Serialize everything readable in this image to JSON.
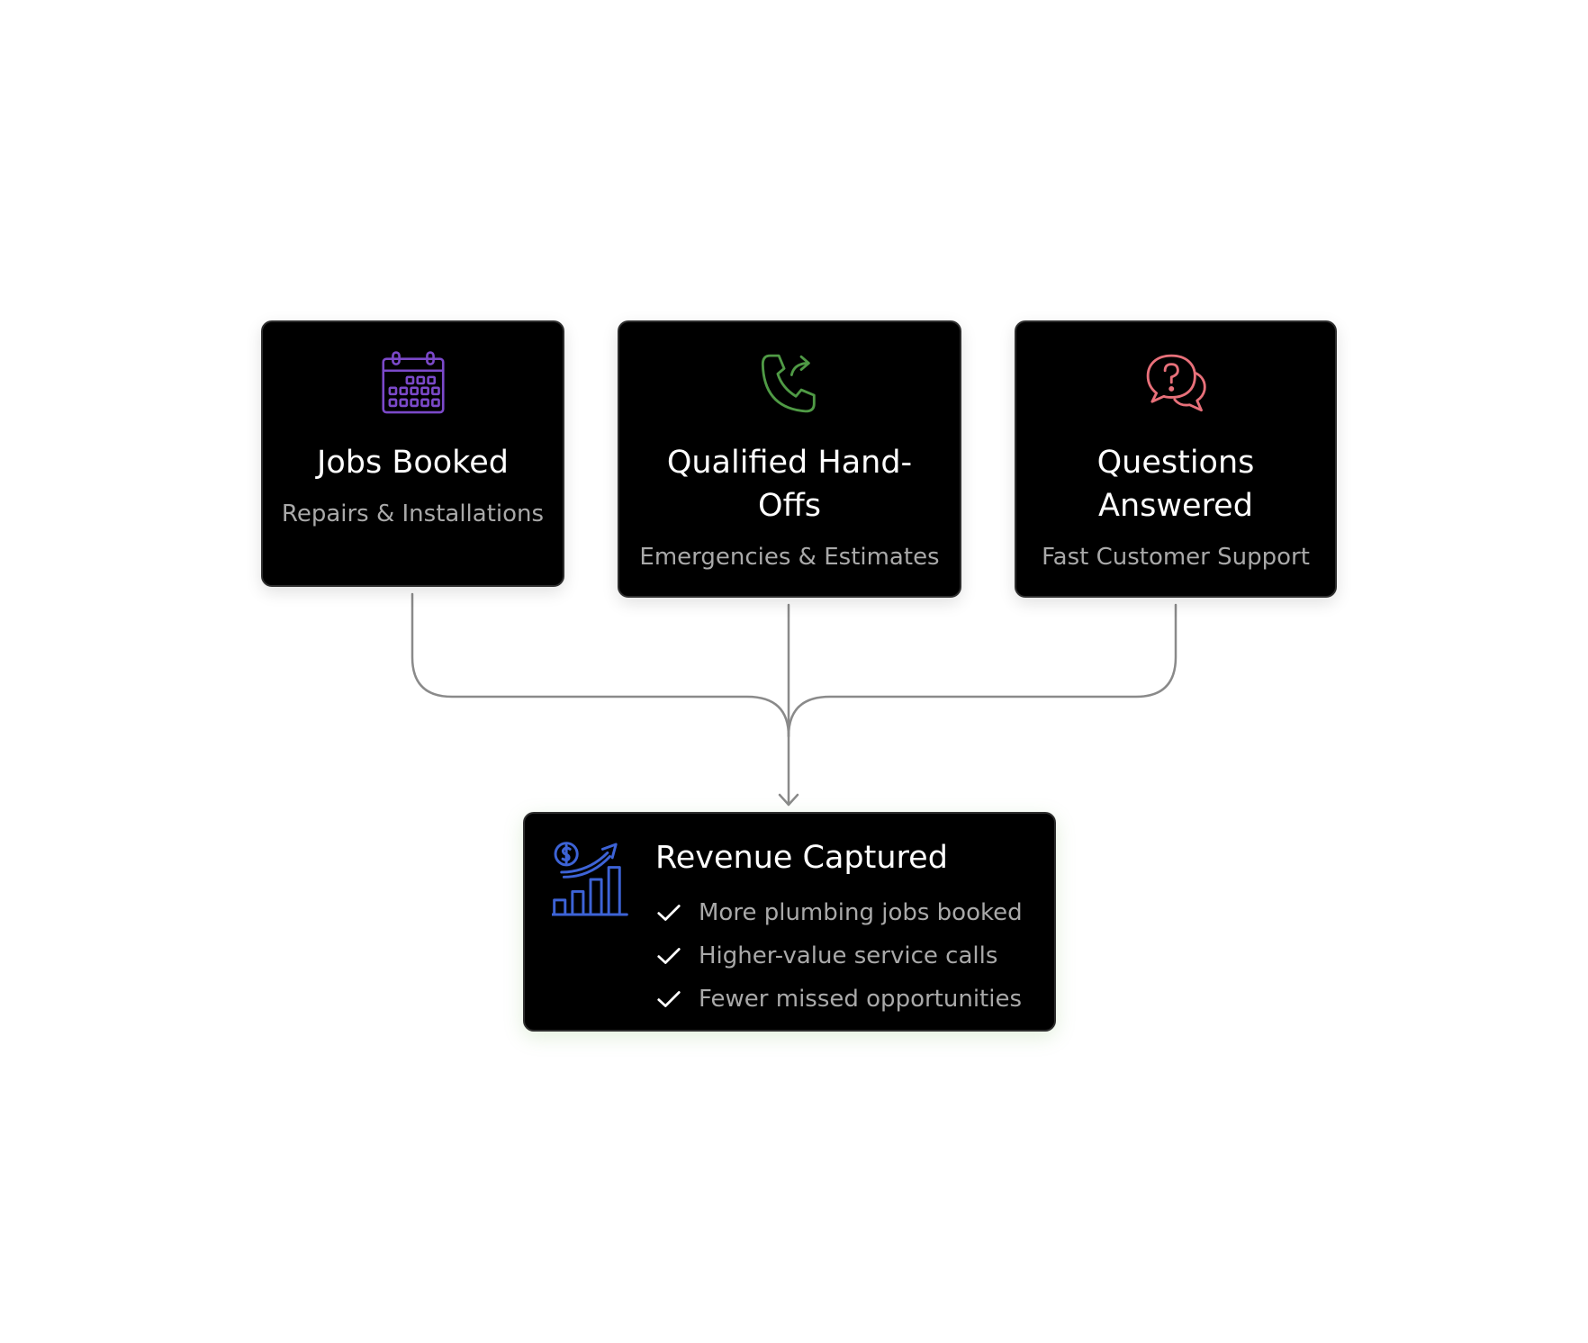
{
  "cards": [
    {
      "title": "Jobs Booked",
      "subtitle": "Repairs & Installations",
      "icon": "calendar-icon",
      "icon_color": "#7b49c9"
    },
    {
      "title": "Qualified Hand-Offs",
      "subtitle": "Emergencies & Estimates",
      "icon": "phone-forward-icon",
      "icon_color": "#4f9a45"
    },
    {
      "title": "Questions Answered",
      "subtitle": "Fast Customer Support",
      "icon": "question-chat-icon",
      "icon_color": "#e8707a"
    }
  ],
  "outcome": {
    "title": "Revenue Captured",
    "icon": "revenue-growth-icon",
    "icon_color": "#3d63d6",
    "items": [
      "More plumbing jobs booked",
      "Higher-value service calls",
      "Fewer missed opportunities"
    ]
  },
  "colors": {
    "card_background": "#000000",
    "connector": "#8a8a8a",
    "subtitle_text": "#a9a9a9"
  }
}
